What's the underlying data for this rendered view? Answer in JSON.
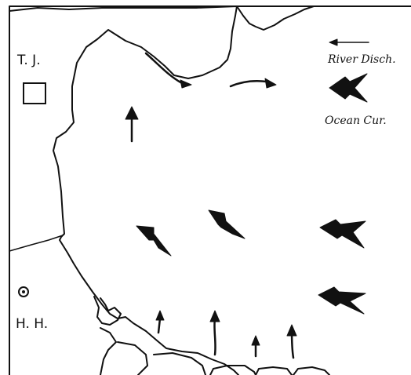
{
  "map": {
    "labels": {
      "tj": "T. J.",
      "hh": "H. H."
    },
    "legend": {
      "river_discharge": "River Disch.",
      "ocean_current": "Ocean Cur."
    },
    "symbols": {
      "tj_marker": "square-marker",
      "hh_marker": "circle-dot-marker"
    },
    "colors": {
      "ink": "#111111",
      "background": "#ffffff"
    }
  }
}
